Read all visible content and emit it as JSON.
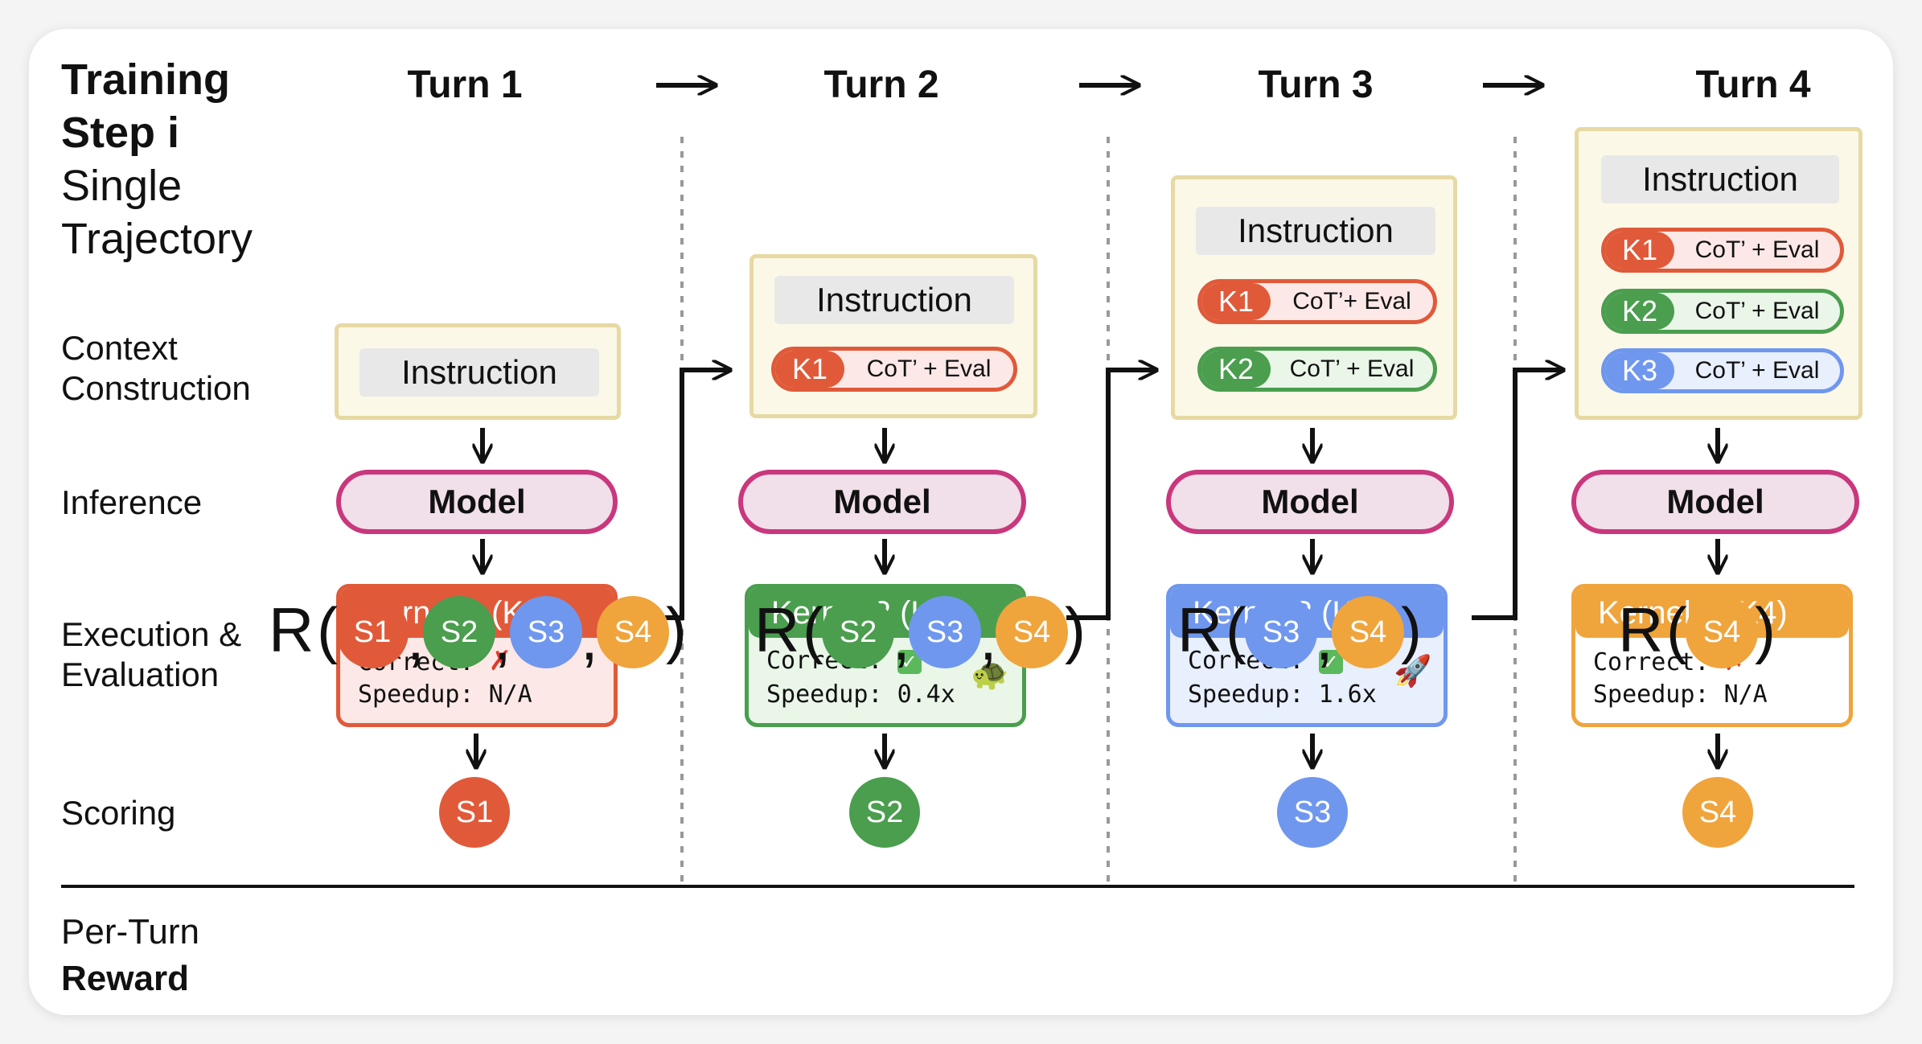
{
  "header": {
    "title_bold": [
      "Training",
      "Step i"
    ],
    "title_regular": [
      "Single",
      "Trajectory"
    ]
  },
  "turns": [
    "Turn 1",
    "Turn 2",
    "Turn 3",
    "Turn 4"
  ],
  "rows": {
    "context": [
      "Context",
      "Construction"
    ],
    "inference": "Inference",
    "execution": [
      "Execution &",
      "Evaluation"
    ],
    "scoring": "Scoring",
    "reward": [
      "Per-Turn",
      "Reward"
    ]
  },
  "instruction_label": "Instruction",
  "model_label": "Model",
  "history": {
    "turn2": [
      {
        "k": "K1",
        "text": "CoT’ + Eval"
      }
    ],
    "turn3": [
      {
        "k": "K1",
        "text": "CoT’+ Eval"
      },
      {
        "k": "K2",
        "text": "CoT’ + Eval"
      }
    ],
    "turn4": [
      {
        "k": "K1",
        "text": "CoT’ + Eval"
      },
      {
        "k": "K2",
        "text": "CoT’ + Eval"
      },
      {
        "k": "K3",
        "text": "CoT’ + Eval"
      }
    ]
  },
  "kernels": [
    {
      "title": "Kernel 1 (K1)",
      "correct_label": "Correct:",
      "correct": "✗",
      "speedup_label": "Speedup:",
      "speedup": "N/A"
    },
    {
      "title": "Kernel 2 (K2)",
      "correct_label": "Correct:",
      "correct": "✓",
      "speedup_label": "Speedup:",
      "speedup": "0.4x",
      "emoji": "🐢"
    },
    {
      "title": "Kernel 3 (K3)",
      "correct_label": "Correct:",
      "correct": "✓",
      "speedup_label": "Speedup:",
      "speedup": "1.6x",
      "emoji": "🚀"
    },
    {
      "title": "Kernel 4 (K4)",
      "correct_label": "Correct:",
      "correct": "✗",
      "speedup_label": "Speedup:",
      "speedup": "N/A"
    }
  ],
  "scores": [
    "S1",
    "S2",
    "S3",
    "S4"
  ],
  "reward": {
    "symbol": "R",
    "open": "(",
    "close": ")",
    "comma": ","
  },
  "colors": {
    "k1": "#e05a3a",
    "k2": "#4a9e4e",
    "k3": "#6f97ee",
    "k4": "#f0a43c",
    "k1_bg": "#fce8e6",
    "k2_bg": "#e9f6e8",
    "k3_bg": "#e8effd",
    "k4_bg": "#ffffff",
    "model_border": "#c9377d",
    "model_fill": "#f1dfea",
    "instr_border": "#e6d9a3",
    "instr_fill": "#fbf8e8"
  },
  "icons": [
    "right-arrow-icon",
    "down-arrow-icon",
    "elbow-arrow-icon",
    "cross-icon",
    "check-icon",
    "turtle-icon",
    "rocket-icon"
  ]
}
